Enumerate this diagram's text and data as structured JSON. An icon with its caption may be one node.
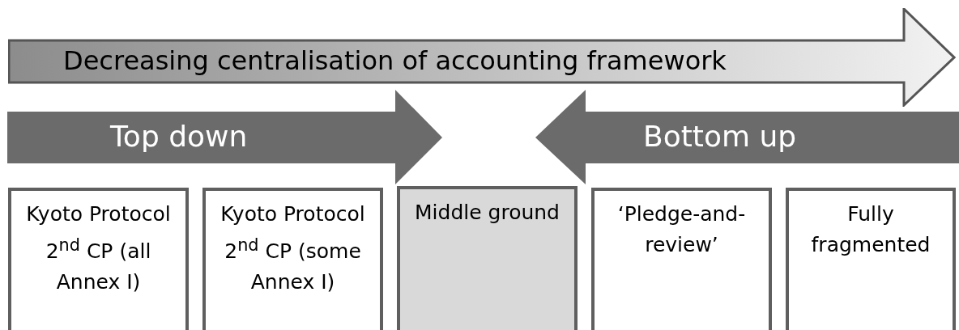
{
  "diagram": {
    "nodes": [
      {
        "text": [
          "Decreasing centralisation of accounting framework"
        ]
      },
      {
        "text": [
          "Top down"
        ]
      },
      {
        "text": [
          "Bottom up"
        ]
      },
      {
        "text": [
          "Kyoto Protocol 2$^{nd}$ CP (all Annex I)"
        ]
      },
      {
        "text": [
          "Kyoto Protocol 2$^{nd}$ CP (some Annex I)"
        ]
      },
      {
        "text": [
          "Middle ground"
        ]
      },
      {
        "text": [
          "‘Pledge-and-review’"
        ]
      },
      {
        "text": [
          "Fully fragmented"
        ]
      }
    ]
  }
}
